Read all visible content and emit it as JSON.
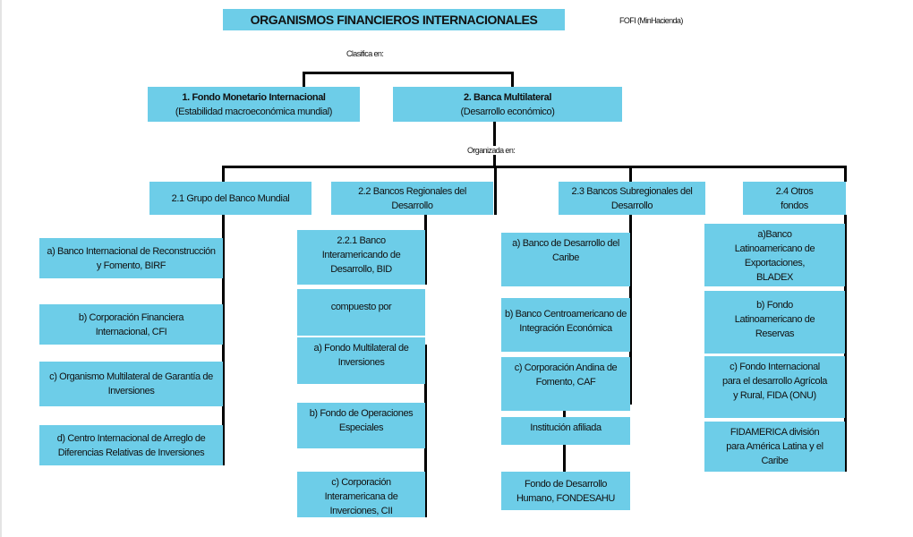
{
  "title": "ORGANISMOS FINANCIEROS INTERNACIONALES",
  "source": "FOFI (MinHacienda)",
  "label_classifies": "Clasifica en:",
  "label_organized": "Organizada en:",
  "level1": [
    {
      "line1": "1. Fondo Monetario Internacional",
      "line2": "(Estabilidad macroeconómica mundial)"
    },
    {
      "line1": "2. Banca Multilateral",
      "line2": "(Desarrollo económico)"
    }
  ],
  "groups": [
    {
      "label": "2.1 Grupo del Banco Mundial",
      "items": [
        "a)  Banco Internacional de Reconstrucción y Fomento, BIRF",
        "b) Corporación Financiera Internacional, CFI",
        "c) Organismo Multilateral de Garantía de Inversiones",
        "d) Centro Internacional de Arreglo de Diferencias Relativas de Inversiones"
      ]
    },
    {
      "label": "2.2 Bancos Regionales del Desarrollo",
      "items": [
        "2.2.1 Banco Interamericando de Desarrollo, BID",
        "compuesto por",
        "a) Fondo Multilateral de Inversiones",
        "b) Fondo de Operaciones Especiales",
        "c) Corporación Interamericana de Inverciones, CII"
      ]
    },
    {
      "label": "2.3 Bancos Subregionales del Desarrollo",
      "items": [
        "a) Banco de Desarrollo del Caribe",
        "b) Banco Centroamericano de Integración Económica",
        "c) Corporación Andina de Fomento, CAF",
        "Institución afiliada",
        "Fondo de Desarrollo Humano, FONDESAHU"
      ]
    },
    {
      "label": "2.4 Otros fondos",
      "items": [
        "a)Banco Latinoamericano de Exportaciones, BLADEX",
        "b) Fondo Latinoamericano de Reservas",
        "c) Fondo Internacional para el desarrollo Agrícola y Rural, FIDA (ONU)",
        "FIDAMERICA división para América Latina y el Caribe"
      ]
    }
  ],
  "colors": {
    "box": "#6dcde8",
    "line": "#000000"
  }
}
